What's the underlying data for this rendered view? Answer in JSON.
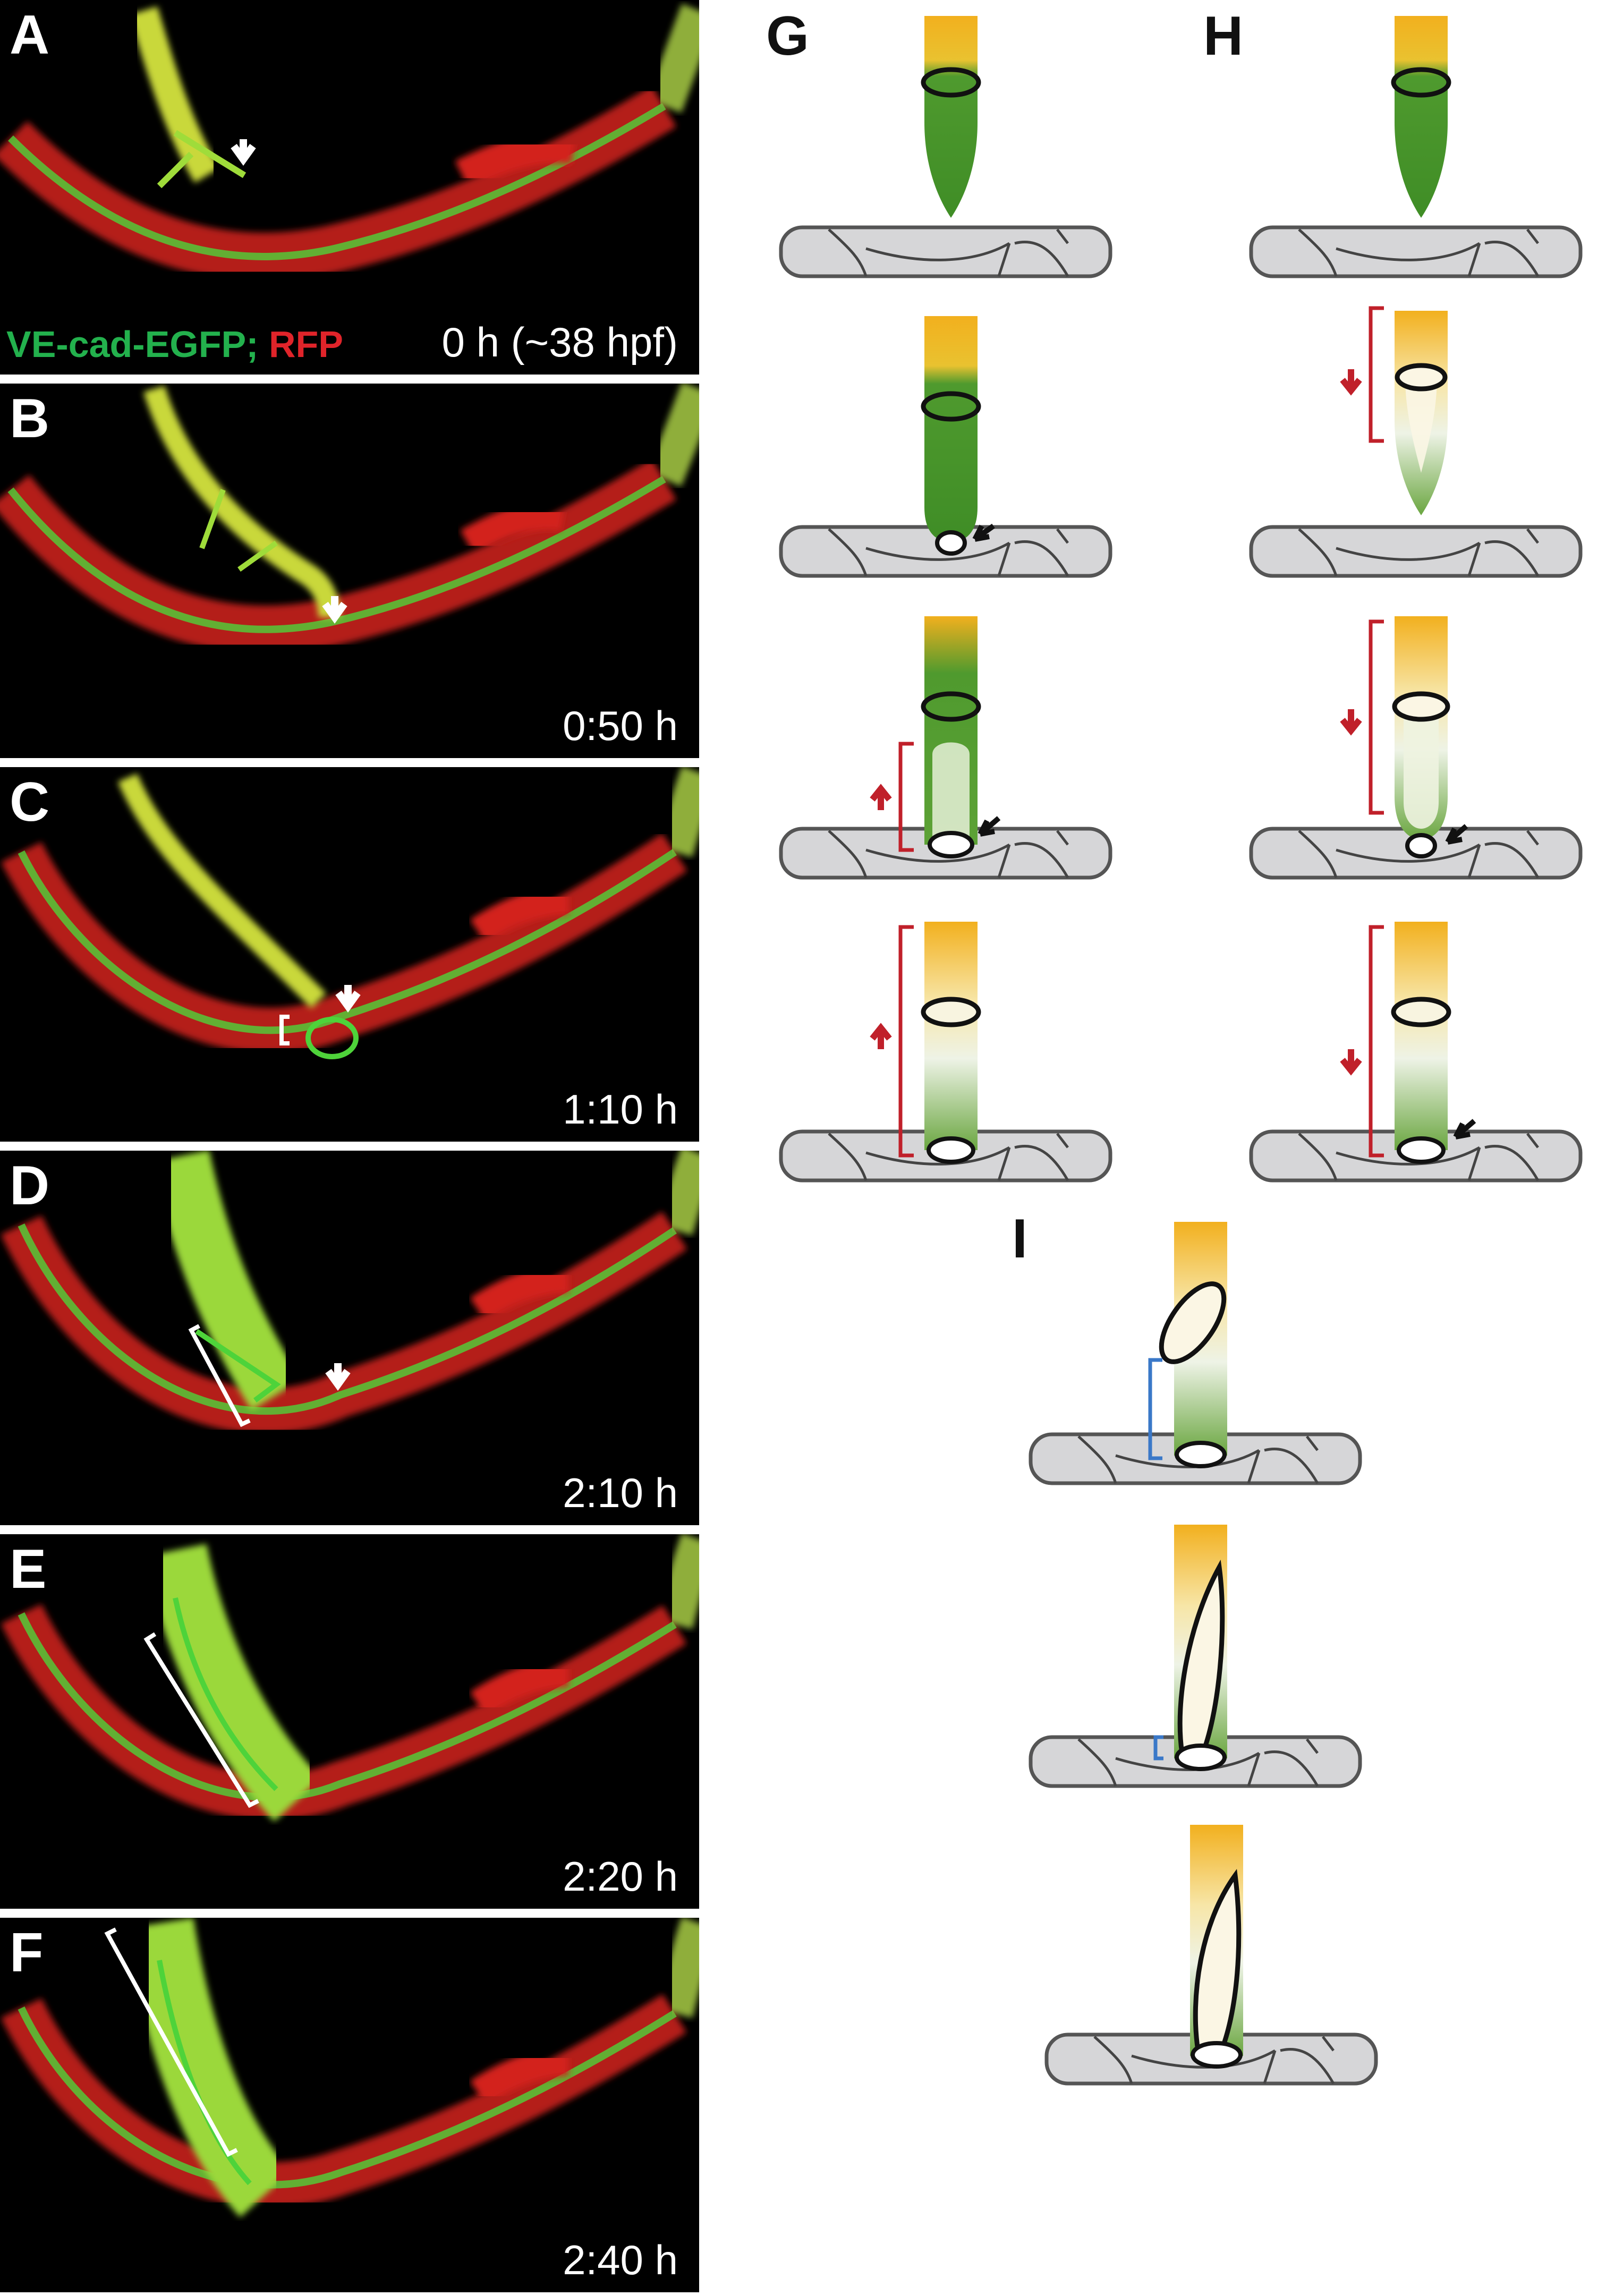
{
  "panels": [
    {
      "letter": "A",
      "time": "0 h (~38 hpf)"
    },
    {
      "letter": "B",
      "time": "0:50 h"
    },
    {
      "letter": "C",
      "time": "1:10 h"
    },
    {
      "letter": "D",
      "time": "2:10 h"
    },
    {
      "letter": "E",
      "time": "2:20 h"
    },
    {
      "letter": "F",
      "time": "2:40 h"
    }
  ],
  "legend": {
    "green_label": "VE-cad-EGFP",
    "separator": ";",
    "red_label": "RFP"
  },
  "diagram": {
    "labels": [
      "G",
      "H",
      "I"
    ]
  },
  "colors": {
    "green_channel": "#23b14d",
    "red_channel": "#e0242a",
    "vessel_gray": "#d6d6d8",
    "sprout_green": "#4f9a2e",
    "lumen_yellow": "#f2b01e",
    "arrow_red": "#c0202a",
    "bracket_blue": "#3a78c8"
  }
}
